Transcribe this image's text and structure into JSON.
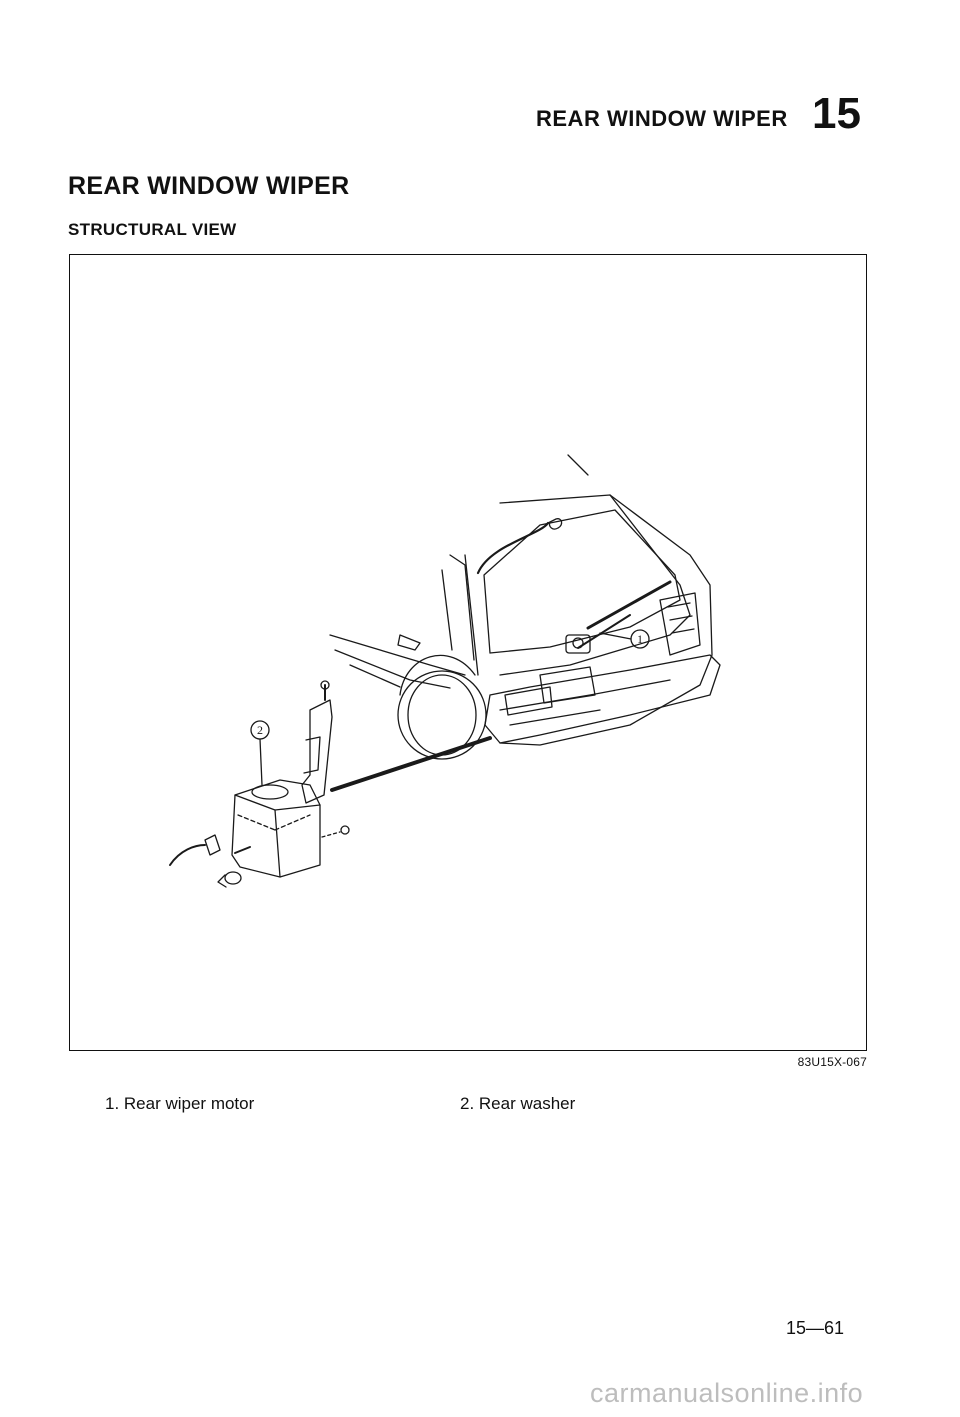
{
  "header": {
    "title": "REAR WINDOW WIPER",
    "section_number": "15"
  },
  "section_title": "REAR WINDOW WIPER",
  "subsection_title": "STRUCTURAL VIEW",
  "figure": {
    "code": "83U15X-067",
    "callouts": [
      "1",
      "2"
    ]
  },
  "legend": [
    "1. Rear wiper motor",
    "2. Rear washer"
  ],
  "page_number": "15—61",
  "watermark": "carmanualsonline.info"
}
